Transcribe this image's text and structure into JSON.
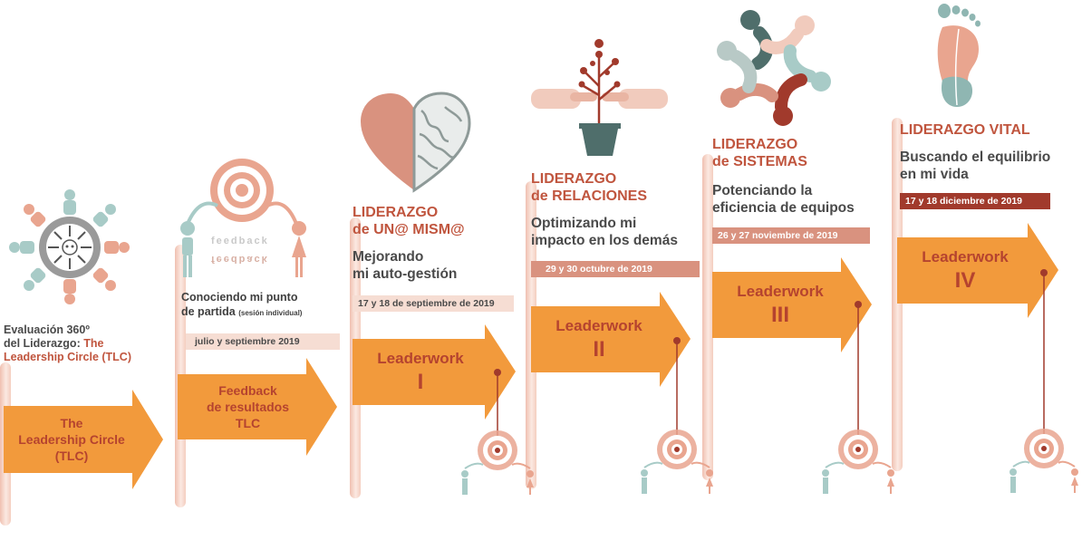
{
  "colors": {
    "arrow": "#f29a3c",
    "accent": "#c0553e",
    "dark_red": "#a13a2c",
    "salmon": "#d9927f",
    "light_pink": "#f6ddd3",
    "teal": "#a8cbc7",
    "text": "#4a4a4a"
  },
  "stages": [
    {
      "id": "tlc",
      "eval_line1": "Evaluación 360º",
      "eval_line2a": "del Liderazgo: ",
      "eval_line2b": "The",
      "eval_line3": "Leadership Circle (TLC)",
      "arrow_lines": [
        "The",
        "Leadership Circle",
        "(TLC)"
      ],
      "icon": "people-circle-icon"
    },
    {
      "id": "feedback",
      "subtitle_line1": "Conociendo mi punto",
      "subtitle_line2": "de partida ",
      "subtitle_note": "(sesión individual)",
      "date": "julio y septiembre 2019",
      "arrow_lines": [
        "Feedback",
        "de resultados",
        "TLC"
      ],
      "icon": "feedback-target-icon",
      "feedback_word": "feedback"
    },
    {
      "id": "lw1",
      "title_line1": "LIDERAZGO",
      "title_line2": "de UN@ MISM@",
      "subtitle_line1": "Mejorando",
      "subtitle_line2": "mi auto-gestión",
      "date": "17 y 18 de septiembre de 2019",
      "arrow_label": "Leaderwork",
      "roman": "I",
      "icon": "heart-brain-icon"
    },
    {
      "id": "lw2",
      "title_line1": "LIDERAZGO",
      "title_line2": "de RELACIONES",
      "subtitle_line1": "Optimizando mi",
      "subtitle_line2": "impacto en los demás",
      "date": "29 y 30 octubre de 2019",
      "arrow_label": "Leaderwork",
      "roman": "II",
      "icon": "hands-plant-icon"
    },
    {
      "id": "lw3",
      "title_line1": "LIDERAZGO",
      "title_line2": "de SISTEMAS",
      "subtitle_line1": "Potenciando la",
      "subtitle_line2": "eficiencia de equipos",
      "date": "26 y 27 noviembre de 2019",
      "arrow_label": "Leaderwork",
      "roman": "III",
      "icon": "team-circle-icon"
    },
    {
      "id": "lw4",
      "title_line1": "LIDERAZGO VITAL",
      "subtitle_line1": "Buscando el equilibrio",
      "subtitle_line2": "en mi vida",
      "date": "17 y 18 diciembre de 2019",
      "arrow_label": "Leaderwork",
      "roman": "IV",
      "icon": "footprint-icon"
    }
  ]
}
